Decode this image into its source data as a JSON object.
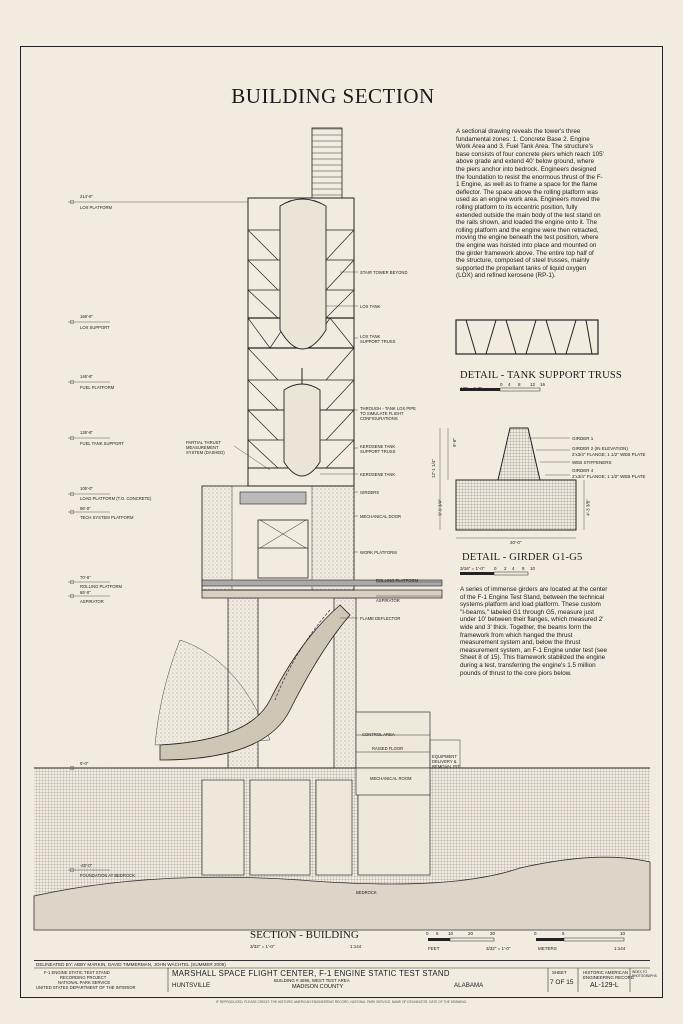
{
  "title": "BUILDING SECTION",
  "description": "A sectional drawing reveals the tower's three fundamental zones: 1. Concrete Base 2. Engine Work Area and 3. Fuel Tank Area. The structure's base consists of four concrete piers which reach 105' above grade and extend 40' below ground, where the piers anchor into bedrock. Engineers designed the foundation to resist the enormous thrust of the F-1 Engine, as well as to frame a space for the flame deflector. The space above the rolling platform was used as an engine work area. Engineers moved the rolling platform to its eccentric position, fully extended outside the main body of the test stand on the rails shown, and loaded the engine onto it. The rolling platform and the engine were then retracted, moving the engine beneath the test position, where the engine was hoisted into place and mounted on the girder framework above. The entire top half of the structure, composed of steel trusses, mainly supported the propellant tanks of liquid oxygen (LOX) and refined kerosene (RP-1).",
  "description2": "A series of immense girders are located at the center of the F-1 Engine Test Stand, between the technical systems platform and load platform. These custom \"I-beams,\" labeled G1 through G5, measure just under 10' between their flanges, which measured 2' wide and 3' thick. Together, the beams form the framework from which hanged the thrust measurement system and, below the thrust measurement system, an F-1 Engine under test (see Sheet 8 of 15). This framework stabilized the engine during a test, transferring the engine's 1.5 million pounds of thrust to the core piors below.",
  "details": {
    "truss": {
      "title": "DETAIL - TANK SUPPORT TRUSS",
      "scale": "1/8\" = 1'-0\"",
      "ticks": [
        "0",
        "4",
        "8",
        "12",
        "16"
      ]
    },
    "girder": {
      "title": "DETAIL - GIRDER G1-G5",
      "scale": "3/16\" = 1'-0\"",
      "ticks": [
        "0",
        "2",
        "4",
        "8",
        "10"
      ],
      "notes": [
        "GIRDER 1",
        "GIRDER 2 (IN ELEVATION)",
        "2'x3/4\" FLANGE; 1 1/2\" WEB PLATE",
        "WEB STIFFENERS",
        "GIRDER 4",
        "2'x3/4\" FLANGE; 1 1/2\" WEB PLATE"
      ],
      "dims": [
        "9'-6\"",
        "12'-1 1/4\"",
        "9'-9 3/4\"",
        "4'-3 3/8\"",
        "20'-0\""
      ]
    }
  },
  "levels": [
    {
      "elev": "214'-8\"",
      "name": "LOX PLATFORM"
    },
    {
      "elev": "168'-8\"",
      "name": "LOX SUPPORT"
    },
    {
      "elev": "146'-8\"",
      "name": "FUEL PLATFORM"
    },
    {
      "elev": "126'-8\"",
      "name": "FUEL TANK SUPPORT"
    },
    {
      "elev": "105'-0\"",
      "name": "LOAD PLATFORM (T.O. CONCRETE)"
    },
    {
      "elev": "96'-0\"",
      "name": "TECH SYSTEM PLATFORM"
    },
    {
      "elev": "70'-6\"",
      "name": "ROLLING PLATFORM"
    },
    {
      "elev": "65'-0\"",
      "name": "ASPIRATOR"
    },
    {
      "elev": "0'-0\"",
      "name": ""
    },
    {
      "elev": "-40'-0\"",
      "name": "FOUNDATION AT BEDROCK"
    }
  ],
  "callouts_right": [
    "STAIR TOWER BEYOND",
    "LOX TANK",
    "LOX TANK SUPPORT TRUSS",
    "THROUGH - TANK LOX PIPE TO SIMULATE FLIGHT CONFIGURATIONS",
    "KEROSENE TANK SUPPORT TRUSS",
    "KEROSENE TANK",
    "GIRDERS",
    "MECHANICAL DOOR",
    "WORK PLATFORM",
    "ROLLING PLATFORM",
    "ASPIRATOR",
    "FLAME DEFLECTOR"
  ],
  "callout_left": "PARTIAL THRUST MEASUREMENT SYSTEM (DASHED)",
  "rooms": [
    "CONTROL AREA",
    "RAISED FLOOR",
    "MECHANICAL ROOM",
    "EQUIPMENT DELIVERY & REMOVAL PIT"
  ],
  "bedrock": "BEDROCK",
  "section": {
    "title": "SECTION - BUILDING",
    "scale": "3/32\" = 1'-0\"",
    "ratio": "1:144"
  },
  "scalebars": {
    "feet_label": "FEET",
    "feet_ticks": [
      "0",
      "5",
      "10",
      "20",
      "30"
    ],
    "feet_scale": "3/32\" = 1'-0\"",
    "meters_label": "METERS",
    "meters_ticks": [
      "0",
      "5",
      "10"
    ],
    "meters_ratio": "1:144"
  },
  "titleblock": {
    "delineated": "DELINEATED BY: ABBY MARKIN, DAVID TIMMERMAN, JOHN WACHTEL (SUMMER 2009)",
    "project1": "F-1 ENGINE STATIC TEST STAND",
    "project2": "RECORDING PROJECT",
    "project3": "NATIONAL PARK SERVICE",
    "project4": "UNITED STATES DEPARTMENT OF THE INTERIOR",
    "name": "MARSHALL SPACE FLIGHT CENTER, F-1 ENGINE STATIC TEST STAND",
    "sub1": "BUILDING # 4696, WEST TEST AREA",
    "sub2": "MADISON COUNTY",
    "city": "HUNTSVILLE",
    "state": "ALABAMA",
    "sheet_label": "SHEET",
    "sheet": "7 OF 15",
    "record1": "HISTORIC AMERICAN",
    "record2": "ENGINEERING RECORD",
    "record_no": "AL-129-L",
    "index_label": "INDEX TO PHOTOGRAPHS"
  },
  "footnote": "IF REPRODUCED, PLEASE CREDIT: THE HISTORIC AMERICAN ENGINEERING RECORD, NATIONAL PARK SERVICE, NAME OF DELINEATOR, DATE OF THE DRAWING."
}
